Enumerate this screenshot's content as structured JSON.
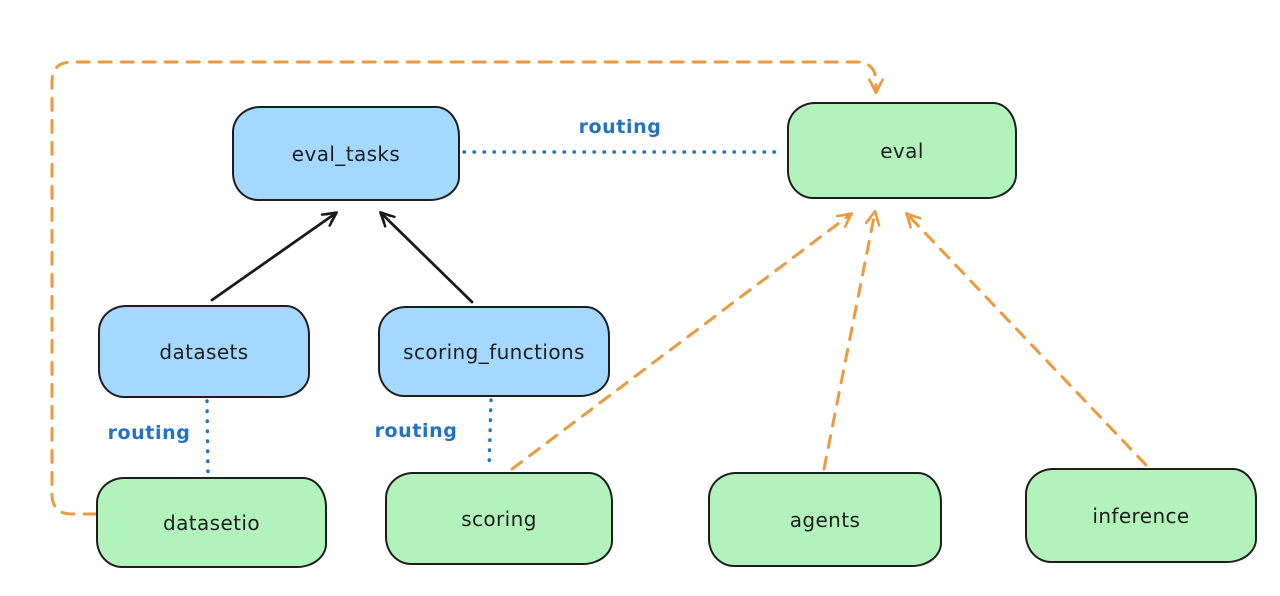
{
  "diagram": {
    "background_color": "#ffffff",
    "colors": {
      "node_blue_fill": "#a5d8ff",
      "node_green_fill": "#b2f2bb",
      "node_border": "#1e1e1e",
      "routing_blue": "#2273c4",
      "orange_dashed": "#ec9a3e",
      "black_arrow": "#1b1b1b"
    },
    "nodes": [
      {
        "id": "eval_tasks",
        "label": "eval_tasks",
        "color": "blue"
      },
      {
        "id": "eval",
        "label": "eval",
        "color": "green"
      },
      {
        "id": "datasets",
        "label": "datasets",
        "color": "blue"
      },
      {
        "id": "scoring_functions",
        "label": "scoring_functions",
        "color": "blue"
      },
      {
        "id": "datasetio",
        "label": "datasetio",
        "color": "green"
      },
      {
        "id": "scoring",
        "label": "scoring",
        "color": "green"
      },
      {
        "id": "agents",
        "label": "agents",
        "color": "green"
      },
      {
        "id": "inference",
        "label": "inference",
        "color": "green"
      }
    ],
    "edges": [
      {
        "from": "datasets",
        "to": "eval_tasks",
        "style": "solid_black_arrow"
      },
      {
        "from": "scoring_functions",
        "to": "eval_tasks",
        "style": "solid_black_arrow"
      },
      {
        "from": "eval_tasks",
        "to": "eval",
        "style": "dotted_blue",
        "label": "routing"
      },
      {
        "from": "datasets",
        "to": "datasetio",
        "style": "dotted_blue",
        "label": "routing"
      },
      {
        "from": "scoring_functions",
        "to": "scoring",
        "style": "dotted_blue",
        "label": "routing"
      },
      {
        "from": "scoring",
        "to": "eval",
        "style": "dashed_orange_arrow"
      },
      {
        "from": "agents",
        "to": "eval",
        "style": "dashed_orange_arrow"
      },
      {
        "from": "inference",
        "to": "eval",
        "style": "dashed_orange_arrow"
      },
      {
        "from": "datasetio",
        "to": "eval",
        "style": "dashed_orange_arrow"
      }
    ]
  }
}
